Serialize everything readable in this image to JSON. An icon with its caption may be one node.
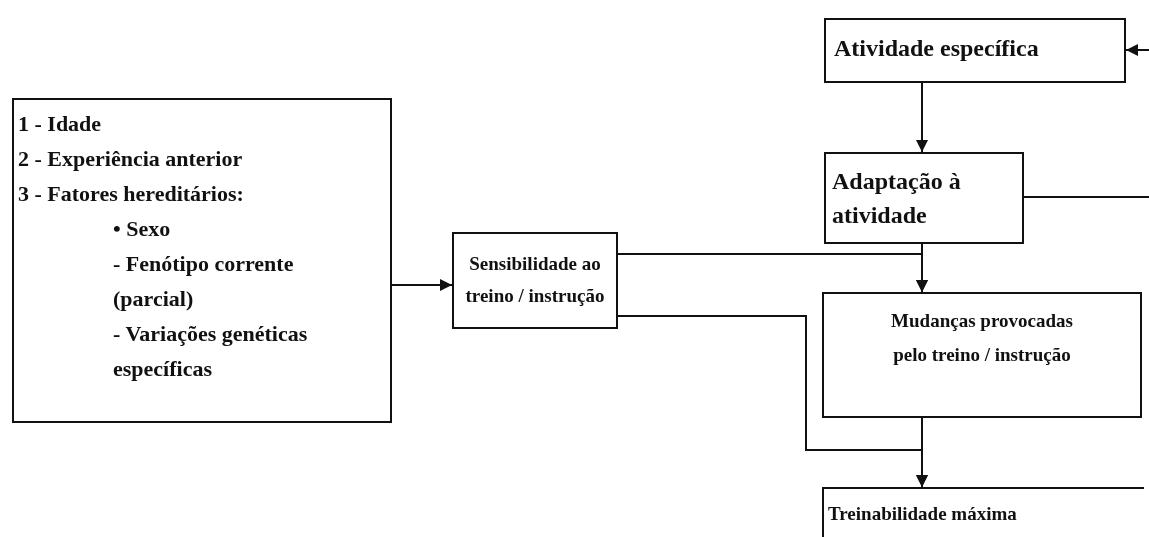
{
  "diagram": {
    "nodes": [
      {
        "text": [
          "1 - Idade",
          "2 - Experiência anterior",
          "3 - Fatores hereditários:",
          "• Sexo",
          "- Fenótipo corrente (parcial)",
          "- Variações genéticas específicas"
        ]
      },
      {
        "text": [
          "Sensibilidade ao treino / instrução"
        ]
      },
      {
        "text": [
          "Atividade específica"
        ]
      },
      {
        "text": [
          "Adaptação à atividade"
        ]
      },
      {
        "text": [
          "Mudanças provocadas pelo treino / instrução"
        ]
      },
      {
        "text": [
          "Treinabilidade máxima"
        ]
      }
    ],
    "edges": [
      {
        "from": 0,
        "to": 1,
        "arrow": "to"
      },
      {
        "from": 2,
        "to": 3,
        "arrow": "to"
      },
      {
        "from": 1,
        "to": 4,
        "arrow": "to"
      },
      {
        "from": 3,
        "to": 4,
        "arrow": "to"
      },
      {
        "from": 1,
        "to": 5,
        "arrow": "to"
      },
      {
        "from": 4,
        "to": 5,
        "arrow": "to"
      },
      {
        "from": 3,
        "to": null,
        "arrow": "none"
      },
      {
        "from": null,
        "to": 2,
        "arrow": "to"
      }
    ]
  }
}
